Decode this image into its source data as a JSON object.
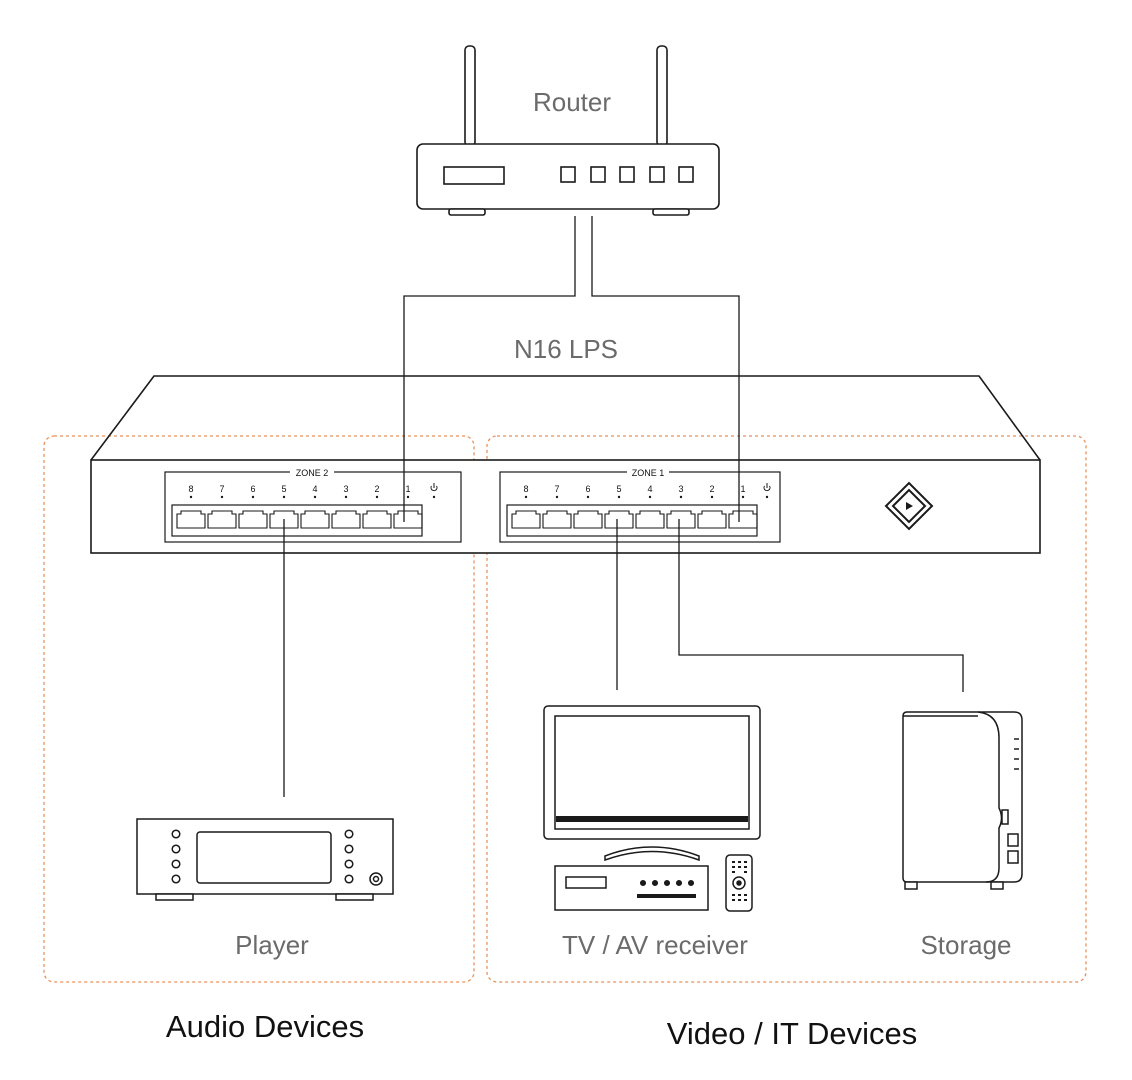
{
  "labels": {
    "router": "Router",
    "switch": "N16 LPS",
    "player": "Player",
    "tv_av": "TV / AV receiver",
    "storage": "Storage",
    "audio_group": "Audio Devices",
    "video_group": "Video / IT Devices"
  },
  "zones": [
    {
      "id": "zone2",
      "label": "ZONE 2",
      "port_numbers": [
        "8",
        "7",
        "6",
        "5",
        "4",
        "3",
        "2",
        "1"
      ]
    },
    {
      "id": "zone1",
      "label": "ZONE 1",
      "port_numbers": [
        "8",
        "7",
        "6",
        "5",
        "4",
        "3",
        "2",
        "1"
      ]
    }
  ],
  "colors": {
    "line": "#1a1a1a",
    "group_border": "#e8915a",
    "label_gray": "#6b6b6b"
  },
  "icons": [
    "router-icon",
    "switch-icon",
    "brand-logo-icon",
    "player-icon",
    "tv-icon",
    "av-receiver-icon",
    "remote-icon",
    "storage-icon",
    "power-icon"
  ]
}
